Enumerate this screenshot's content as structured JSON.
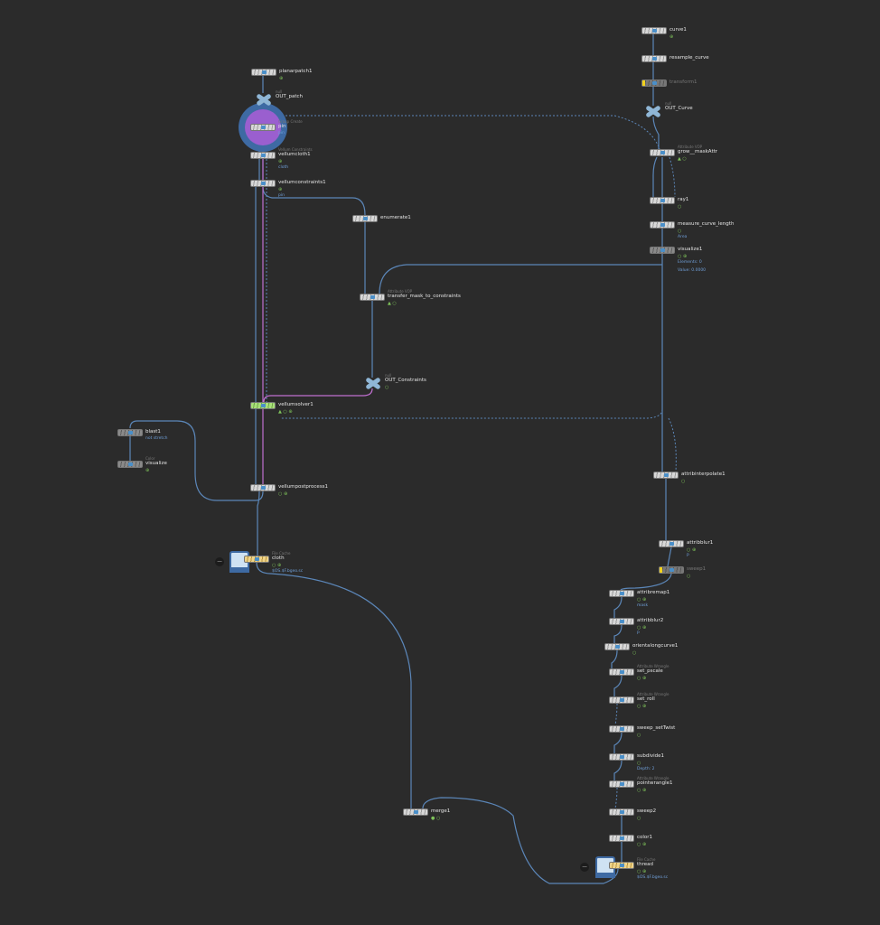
{
  "network": {
    "nodes": [
      {
        "id": "planarpatch1",
        "name": "planarpatch1",
        "type": "",
        "sub": "",
        "flags": "⊕",
        "style": "box"
      },
      {
        "id": "out_patch",
        "name": "OUT_patch",
        "type": "null",
        "sub": "",
        "flags": "",
        "style": "null"
      },
      {
        "id": "pin",
        "name": "pin",
        "type": "Group Create",
        "sub": "pin",
        "flags": "",
        "style": "box"
      },
      {
        "id": "vellumcloth1",
        "name": "vellumcloth1",
        "type": "Vellum Constraints",
        "sub": "cloth",
        "flags": "⊕",
        "style": "box"
      },
      {
        "id": "vellumconstraints1",
        "name": "vellumconstraints1",
        "type": "",
        "sub": "pin",
        "flags": "⊕",
        "style": "box"
      },
      {
        "id": "enumerate1",
        "name": "enumerate1",
        "type": "",
        "sub": "",
        "flags": "",
        "style": "box"
      },
      {
        "id": "transfer",
        "name": "transfer_mask_to_constraints",
        "type": "Attribute VOP",
        "sub": "",
        "flags": "▲ ○",
        "style": "box"
      },
      {
        "id": "out_constraints",
        "name": "OUT_Constraints",
        "type": "null",
        "sub": "",
        "flags": "○",
        "style": "null"
      },
      {
        "id": "vellumsolver1",
        "name": "vellumsolver1",
        "type": "",
        "sub": "",
        "flags": "▲ ○ ⊕",
        "style": "green"
      },
      {
        "id": "blast1",
        "name": "blast1",
        "type": "",
        "sub": "not stretch",
        "flags": "",
        "style": "grey"
      },
      {
        "id": "visualize",
        "name": "visualize",
        "type": "Color",
        "sub": "",
        "flags": "⊕",
        "style": "grey"
      },
      {
        "id": "vellumpostprocess1",
        "name": "vellumpostprocess1",
        "type": "",
        "sub": "",
        "flags": "○ ⊕",
        "style": "box"
      },
      {
        "id": "cloth",
        "name": "cloth",
        "type": "File Cache",
        "sub": "$OS.$F.bgeo.sc",
        "flags": "○ ⊕",
        "style": "gold"
      },
      {
        "id": "merge1",
        "name": "merge1",
        "type": "",
        "sub": "",
        "flags": "● ○",
        "style": "box"
      },
      {
        "id": "curve1",
        "name": "curve1",
        "type": "",
        "sub": "",
        "flags": "⊕",
        "style": "box"
      },
      {
        "id": "resample_curve",
        "name": "resample_curve",
        "type": "",
        "sub": "",
        "flags": "",
        "style": "box"
      },
      {
        "id": "transform1",
        "name": "transform1",
        "type": "",
        "sub": "",
        "flags": "",
        "style": "byp"
      },
      {
        "id": "out_curve",
        "name": "OUT_Curve",
        "type": "null",
        "sub": "",
        "flags": "",
        "style": "null"
      },
      {
        "id": "grow",
        "name": "grow__maskAttr",
        "type": "Attribute VOP",
        "sub": "",
        "flags": "▲ ○",
        "style": "box"
      },
      {
        "id": "ray1",
        "name": "ray1",
        "type": "",
        "sub": "",
        "flags": "○",
        "style": "box"
      },
      {
        "id": "measure",
        "name": "measure_curve_length",
        "type": "",
        "sub": "Area",
        "flags": "○",
        "style": "box"
      },
      {
        "id": "visualize1",
        "name": "visualize1",
        "type": "",
        "sub": "Elements: 0",
        "flags": "○ ⊕",
        "style": "grey"
      },
      {
        "id": "attribinterpolate1",
        "name": "attribinterpolate1",
        "type": "",
        "sub": "",
        "flags": "○",
        "style": "box"
      },
      {
        "id": "attribblur1",
        "name": "attribblur1",
        "type": "",
        "sub": "P",
        "flags": "○ ⊕",
        "style": "box"
      },
      {
        "id": "sweep1",
        "name": "sweep1",
        "type": "",
        "sub": "",
        "flags": "○",
        "style": "byp"
      },
      {
        "id": "attribremap1",
        "name": "attribremap1",
        "type": "",
        "sub": "mask",
        "flags": "○ ⊕",
        "style": "box"
      },
      {
        "id": "attribblur2",
        "name": "attribblur2",
        "type": "",
        "sub": "P",
        "flags": "○ ⊕",
        "style": "box"
      },
      {
        "id": "orientalongcurve1",
        "name": "orientalongcurve1",
        "type": "",
        "sub": "",
        "flags": "○",
        "style": "box"
      },
      {
        "id": "set_pscale",
        "name": "set_pscale",
        "type": "Attribute Wrangle",
        "sub": "",
        "flags": "○ ⊕",
        "style": "box"
      },
      {
        "id": "set_roll",
        "name": "set_roll",
        "type": "Attribute Wrangle",
        "sub": "",
        "flags": "○ ⊕",
        "style": "box"
      },
      {
        "id": "sweep_settwist",
        "name": "sweep_setTwist",
        "type": "",
        "sub": "",
        "flags": "○",
        "style": "box"
      },
      {
        "id": "subdivide1",
        "name": "subdivide1",
        "type": "",
        "sub": "Depth: 2",
        "flags": "○",
        "style": "box"
      },
      {
        "id": "pointwrangle1",
        "name": "pointwrangle1",
        "type": "Attribute Wrangle",
        "sub": "",
        "flags": "○ ⊕",
        "style": "box"
      },
      {
        "id": "sweep2",
        "name": "sweep2",
        "type": "",
        "sub": "",
        "flags": "○",
        "style": "box"
      },
      {
        "id": "color1",
        "name": "color1",
        "type": "",
        "sub": "",
        "flags": "○ ⊕",
        "style": "box"
      },
      {
        "id": "thread",
        "name": "thread",
        "type": "File Cache",
        "sub": "$OS.$F.bgeo.sc",
        "flags": "○ ⊕",
        "style": "gold"
      }
    ],
    "visualize1_value": "Value: 0.0000",
    "colors": {
      "wire": "#5b86b8",
      "pink": "#c06fd0",
      "background": "#2b2b2b"
    }
  }
}
